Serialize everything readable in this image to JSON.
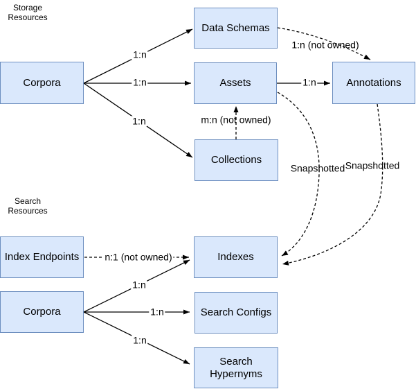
{
  "diagram": {
    "colors": {
      "bg": "#ffffff",
      "node_fill": "#dae8fc",
      "node_border": "#6c8ebf",
      "edge": "#000000",
      "text": "#000000"
    },
    "sections": {
      "storage": "Storage\nResources",
      "search": "Search\nResources"
    },
    "nodes": {
      "corpora_storage": "Corpora",
      "data_schemas": "Data Schemas",
      "assets": "Assets",
      "annotations": "Annotations",
      "collections": "Collections",
      "index_endpoints": "Index Endpoints",
      "indexes": "Indexes",
      "corpora_search": "Corpora",
      "search_configs": "Search Configs",
      "search_hypernyms": "Search\nHypernyms"
    },
    "edge_labels": {
      "corpora_storage_to_data_schemas": "1:n",
      "corpora_storage_to_assets": "1:n",
      "corpora_storage_to_collections": "1:n",
      "assets_to_annotations": "1:n",
      "data_schemas_to_annotations": "1:n (not owned)",
      "collections_to_assets": "m:n (not owned)",
      "assets_to_indexes": "Snapshotted",
      "annotations_to_indexes": "Snapshotted",
      "index_endpoints_to_indexes": "n:1 (not owned)",
      "corpora_search_to_indexes": "1:n",
      "corpora_search_to_search_configs": "1:n",
      "corpora_search_to_search_hypernyms": "1:n"
    }
  }
}
